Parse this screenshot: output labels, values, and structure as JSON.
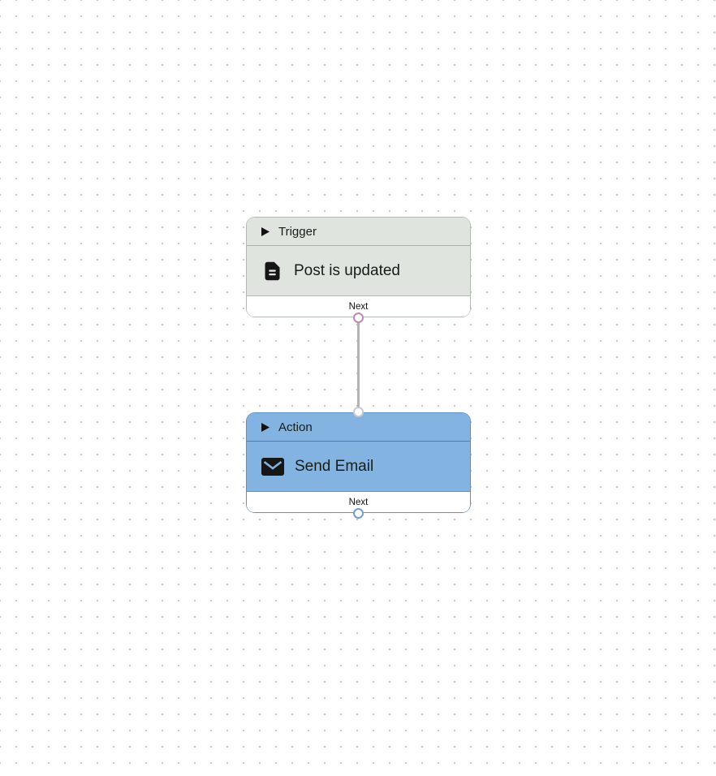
{
  "nodes": [
    {
      "kind": "Trigger",
      "title": "Post is updated",
      "icon": "document-icon",
      "footer_label": "Next"
    },
    {
      "kind": "Action",
      "title": "Send Email",
      "icon": "mail-icon",
      "footer_label": "Next"
    }
  ],
  "colors": {
    "trigger_fill": "#dfe4df",
    "trigger_border": "#b3bab3",
    "trigger_separator": "#a9b1a9",
    "trigger_port": "#b58cb5",
    "action_fill": "#83b3e0",
    "action_border": "#5d90c4",
    "action_separator": "#4d7fb3",
    "action_output_port": "#6f9fd2",
    "action_input_port": "#c6cbd0",
    "connector": "#b3b3b3",
    "text": "#191d19",
    "footer_bg": "#ffffff",
    "canvas_bg": "#ffffff",
    "canvas_dot": "#c9c9c9"
  }
}
